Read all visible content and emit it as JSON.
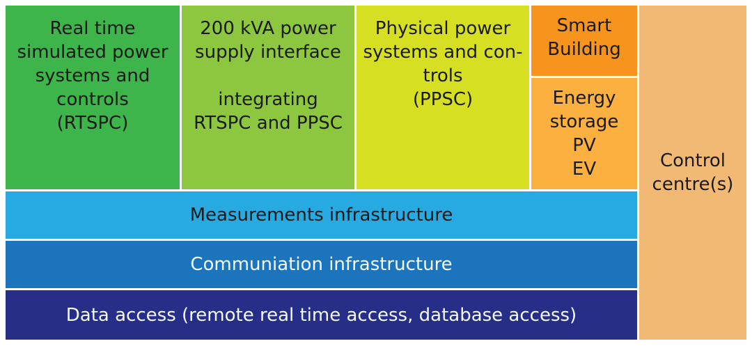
{
  "blocks": {
    "rtspc": "Real time\nsimulated power\nsystems and\ncontrols\n(RTSPC)",
    "kva": "200 kVA power\nsupply interface\n\nintegrating\nRTSPC and PPSC",
    "ppsc": "Physical power\nsystems and con-\ntrols\n(PPSC)",
    "smart_building": "Smart\nBuilding",
    "energy_storage": "Energy\nstorage\nPV\nEV",
    "control_centre": "Control\ncentre(s)",
    "measurements": "Measurements infrastructure",
    "communication": "Communiation infrastructure",
    "data_access": "Data access (remote real time access, database access)"
  },
  "colors": {
    "rtspc": "#3db54a",
    "kva": "#8dc63f",
    "ppsc": "#d7df23",
    "smart_building": "#f7941d",
    "energy_storage": "#fbb040",
    "control_centre": "#f1b974",
    "measurements": "#27aae1",
    "communication": "#1c75bc",
    "data_access": "#262e88"
  }
}
